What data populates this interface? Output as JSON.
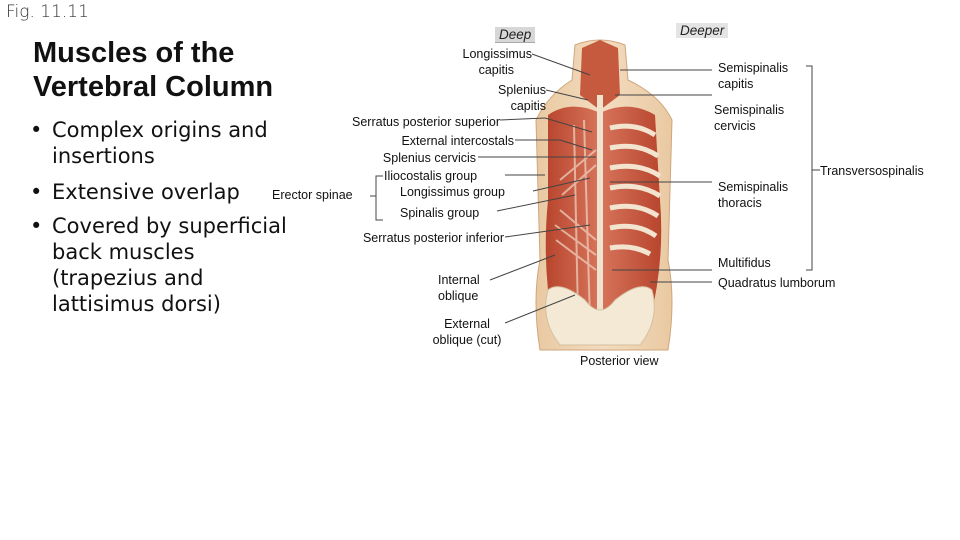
{
  "slide": {
    "fig_label": "Fig. 11.11",
    "title_line1": "Muscles of the",
    "title_line2": "Vertebral Column",
    "bullets": [
      "Complex origins and insertions",
      "Extensive overlap",
      "Covered by superficial back muscles (trapezius and lattisimus dorsi)"
    ]
  },
  "figure": {
    "header_deep": "Deep",
    "header_deeper": "Deeper",
    "view_caption": "Posterior view",
    "left_labels": {
      "longissimus_capitis_1": "Longissimus",
      "longissimus_capitis_2": "capitis",
      "splenius_capitis_1": "Splenius",
      "splenius_capitis_2": "capitis",
      "serratus_posterior_superior": "Serratus posterior superior",
      "external_intercostals": "External intercostals",
      "splenius_cervicis": "Splenius cervicis",
      "erector_spinae": "Erector spinae",
      "iliocostalis_group": "Iliocostalis group",
      "longissimus_group": "Longissimus group",
      "spinalis_group": "Spinalis group",
      "serratus_posterior_inferior": "Serratus posterior inferior",
      "internal_oblique_1": "Internal",
      "internal_oblique_2": "oblique",
      "external_oblique_1": "External",
      "external_oblique_2": "oblique (cut)"
    },
    "right_labels": {
      "semispinalis_capitis_1": "Semispinalis",
      "semispinalis_capitis_2": "capitis",
      "semispinalis_cervicis_1": "Semispinalis",
      "semispinalis_cervicis_2": "cervicis",
      "transversospinalis": "Transversospinalis",
      "semispinalis_thoracis_1": "Semispinalis",
      "semispinalis_thoracis_2": "thoracis",
      "multifidus": "Multifidus",
      "quadratus_lumborum": "Quadratus lumborum"
    }
  }
}
